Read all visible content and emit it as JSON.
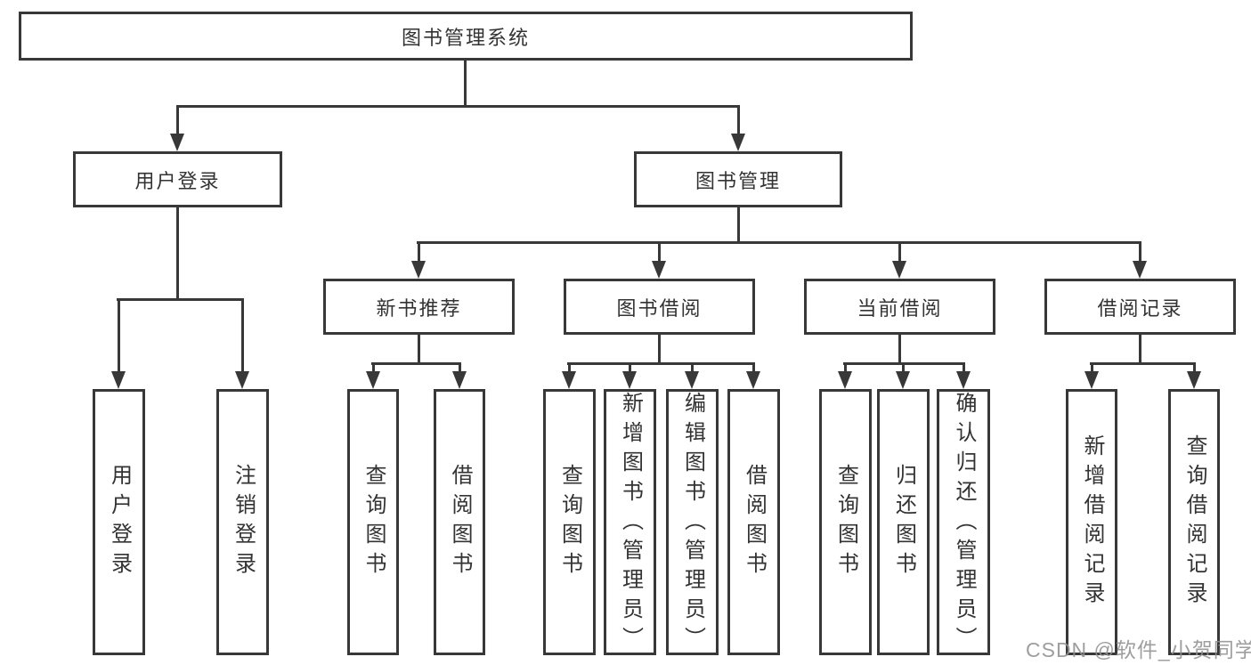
{
  "title": "图书管理系统",
  "watermark": "CSDN @软件_小贺同学",
  "colors": {
    "line": "#383838",
    "box_border": "#383838",
    "text": "#333333",
    "watermark": "#919191",
    "background": "#ffffff"
  },
  "tree": {
    "root": "图书管理系统",
    "children": [
      {
        "label": "用户登录",
        "children": [
          {
            "label": "用户登录"
          },
          {
            "label": "注销登录"
          }
        ]
      },
      {
        "label": "图书管理",
        "children": [
          {
            "label": "新书推荐",
            "children": [
              {
                "label": "查询图书"
              },
              {
                "label": "借阅图书"
              }
            ]
          },
          {
            "label": "图书借阅",
            "children": [
              {
                "label": "查询图书"
              },
              {
                "label": "新增图书（管理员）"
              },
              {
                "label": "编辑图书（管理员）"
              },
              {
                "label": "借阅图书"
              }
            ]
          },
          {
            "label": "当前借阅",
            "children": [
              {
                "label": "查询图书"
              },
              {
                "label": "归还图书"
              },
              {
                "label": "确认归还（管理员）"
              }
            ]
          },
          {
            "label": "借阅记录",
            "children": [
              {
                "label": "新增借阅记录"
              },
              {
                "label": "查询借阅记录"
              }
            ]
          }
        ]
      }
    ]
  }
}
